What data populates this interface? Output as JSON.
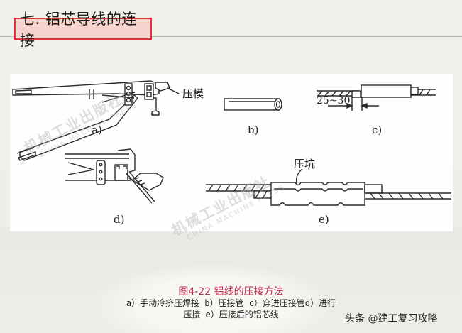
{
  "slide": {
    "heading": "七. 铝芯导线的连接",
    "accent_color": "#e0343a",
    "heading_bg": "#f6d3cf"
  },
  "figure": {
    "panels": [
      {
        "id": "a",
        "label": "a)",
        "callout": "压模"
      },
      {
        "id": "b",
        "label": "b)"
      },
      {
        "id": "c",
        "label": "c)",
        "dimension": "25~30"
      },
      {
        "id": "d",
        "label": "d)"
      },
      {
        "id": "e",
        "label": "e)",
        "callout": "压坑"
      }
    ],
    "watermark": {
      "cn": "机械工业出版社",
      "en": "CHINA MACHINE PRESS"
    }
  },
  "caption": {
    "title": "图4-22 铝线的压接方法",
    "title_color": "#c3284d",
    "line1": "a）手动冷挤压焊接 b）压接管 c）穿进压接管d）进行",
    "line2": "压接 e）压接后的铝芯线"
  },
  "credit": "头条 @建工复习攻略"
}
